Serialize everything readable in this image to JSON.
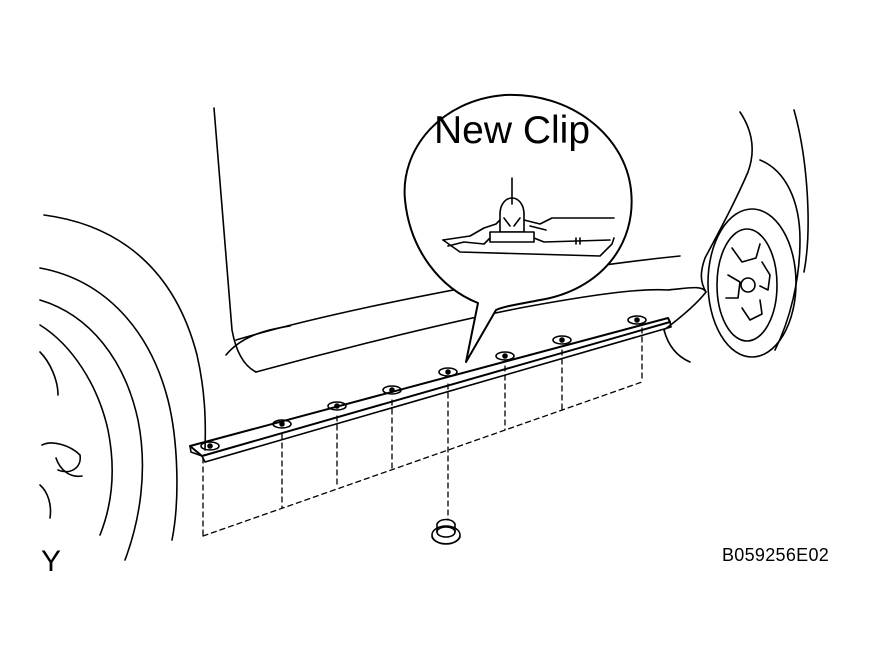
{
  "diagram": {
    "callout_label": "New Clip",
    "view_letter": "Y",
    "figure_code": "B059256E02",
    "line_color": "#000000",
    "background_color": "#ffffff"
  }
}
